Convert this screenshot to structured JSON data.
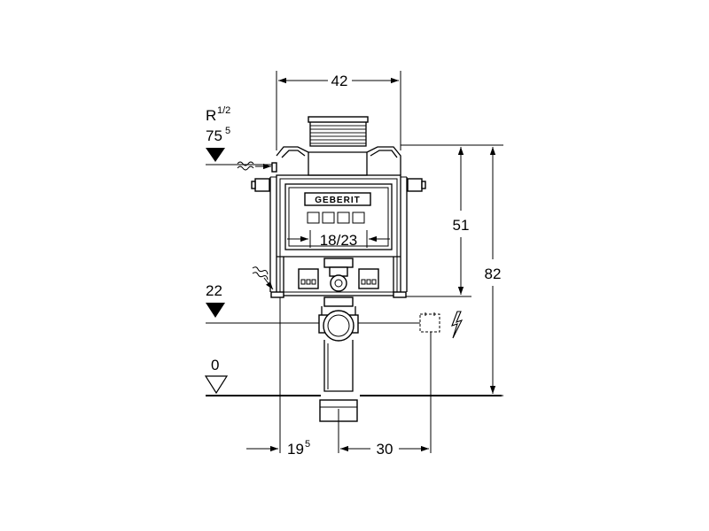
{
  "dimensions": {
    "width_top": "42",
    "height_frame": "51",
    "height_total": "82",
    "flush_size": "18/23",
    "offset_left_main": "19",
    "offset_left_sup": "5",
    "offset_right": "30"
  },
  "levels": {
    "supply_thread_main": "R",
    "supply_thread_frac": "1/2",
    "supply_height_main": "75",
    "supply_height_sup": "5",
    "drain_height": "22",
    "floor_level": "0"
  },
  "brand": "GEBERIT",
  "icons": [
    "water-supply-icon",
    "drain-water-icon",
    "electric-icon",
    "level-marker-icon"
  ]
}
